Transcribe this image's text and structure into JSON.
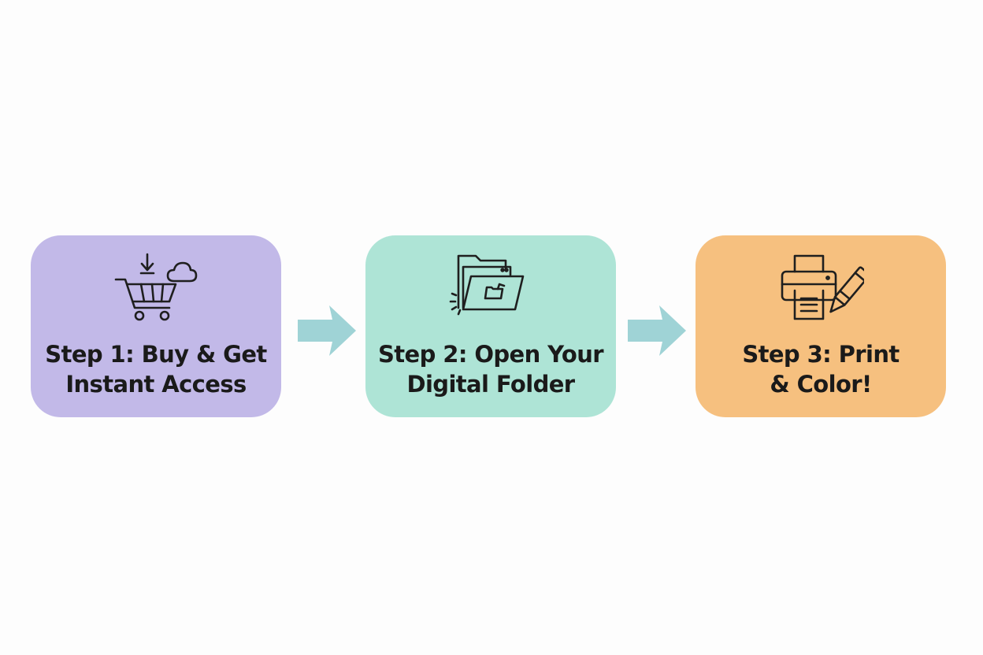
{
  "colors": {
    "background": "#fdfdfd",
    "step1_fill": "#c2b9e8",
    "step2_fill": "#aee4d6",
    "step3_fill": "#f6c07f",
    "arrow_fill": "#9fd3d6",
    "icon_stroke": "#1f1f1f",
    "text": "#1a1a1a"
  },
  "steps": [
    {
      "label": "Step 1: Buy & Get\nInstant Access",
      "icon": "shopping-cart-download-cloud-icon"
    },
    {
      "label": "Step 2: Open Your\nDigital Folder",
      "icon": "open-folder-icon"
    },
    {
      "label": "Step 3: Print\n& Color!",
      "icon": "printer-crayon-icon"
    }
  ],
  "connectors": [
    {
      "icon": "arrow-right-icon"
    },
    {
      "icon": "arrow-right-icon"
    }
  ]
}
